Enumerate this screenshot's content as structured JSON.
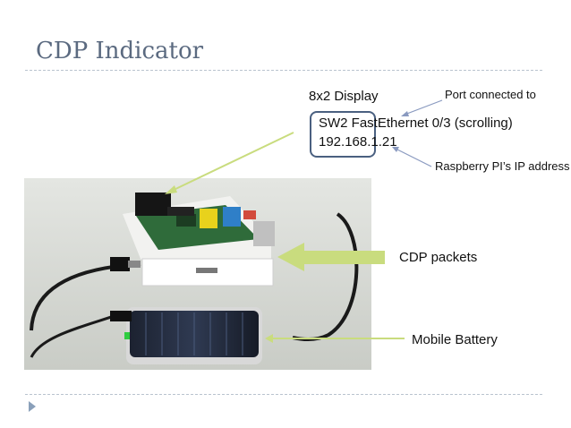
{
  "slide": {
    "title": "CDP Indicator"
  },
  "annotations": {
    "display_label": "8x2 Display",
    "port_label": "Port connected to",
    "lcd_line1": "SW2 FastEthernet 0/3 (scrolling)",
    "lcd_line2": "192.168.1.21",
    "ip_label": "Raspberry PI’s IP address",
    "cdp_label": "CDP packets",
    "battery_label": "Mobile Battery"
  },
  "colors": {
    "title": "#5b6a80",
    "pointer_green": "#c9dc7e",
    "pointer_blue": "#8a9ac0",
    "lcd_border": "#4a6080",
    "bullet": "#8aa0ba"
  }
}
